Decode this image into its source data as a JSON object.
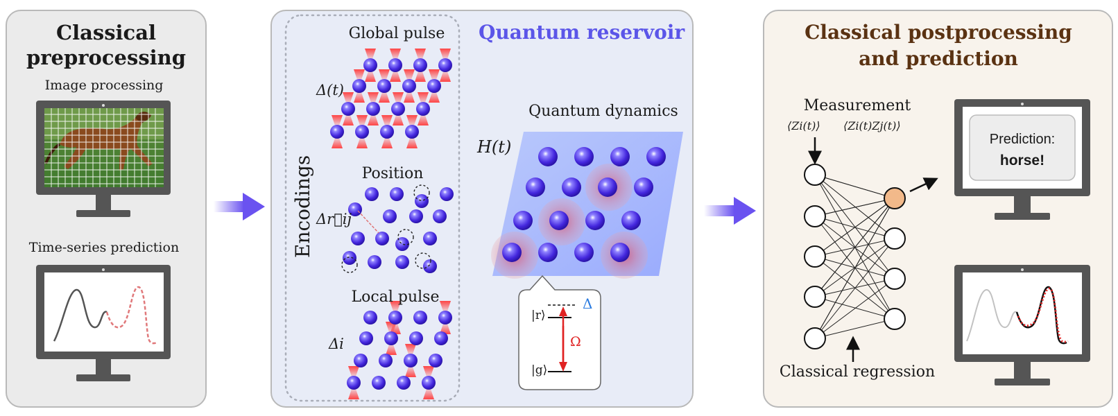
{
  "left_panel": {
    "title_line1": "Classical",
    "title_line2": "preprocessing",
    "image_label": "Image processing",
    "timeseries_label": "Time-series prediction"
  },
  "middle_panel": {
    "title": "Quantum reservoir",
    "encodings_label": "Encodings",
    "global_pulse_label": "Global pulse",
    "global_symbol": "Δ(t)",
    "position_label": "Position",
    "position_symbol": "Δr⃗ij",
    "local_pulse_label": "Local pulse",
    "local_symbol": "Δi",
    "dynamics_label": "Quantum dynamics",
    "hamiltonian_symbol": "H(t)",
    "levels": {
      "upper": "|r⟩",
      "lower": "|g⟩",
      "detuning": "Δ",
      "rabi": "Ω"
    }
  },
  "right_panel": {
    "title_line1": "Classical postprocessing",
    "title_line2": "and prediction",
    "measurement_label": "Measurement",
    "observable_1": "⟨Zi(t)⟩",
    "observable_2": "⟨Zi(t)Zj(t)⟩",
    "regression_label": "Classical regression",
    "prediction_label": "Prediction:",
    "prediction_value": "horse!"
  },
  "colors": {
    "title_blue": "#5b55e8",
    "title_brown": "#5a3212",
    "atom": "#4a2fe0",
    "arrow": "#6a52f0",
    "dashed_prediction": "#e0787a",
    "output_node": "#f2b98a"
  }
}
